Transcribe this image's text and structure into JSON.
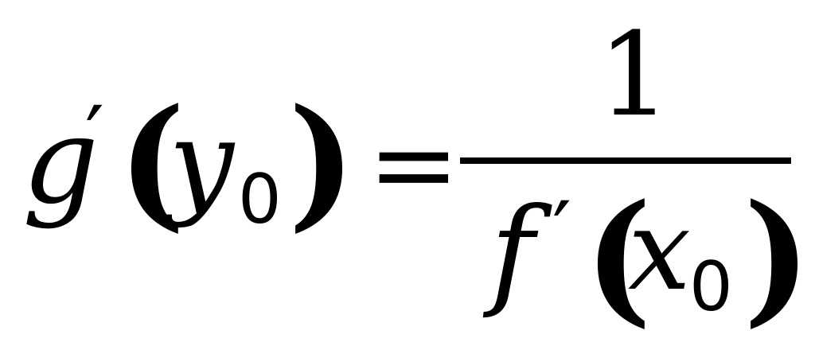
{
  "formula": {
    "lhs": {
      "function": "g",
      "prime": "′",
      "open_paren": "(",
      "variable": "y",
      "subscript": "0",
      "close_paren": ")"
    },
    "equals": "=",
    "rhs": {
      "numerator": "1",
      "denominator": {
        "function": "f",
        "prime": "′",
        "open_paren": "(",
        "variable": "x",
        "subscript": "0",
        "close_paren": ")"
      }
    }
  }
}
